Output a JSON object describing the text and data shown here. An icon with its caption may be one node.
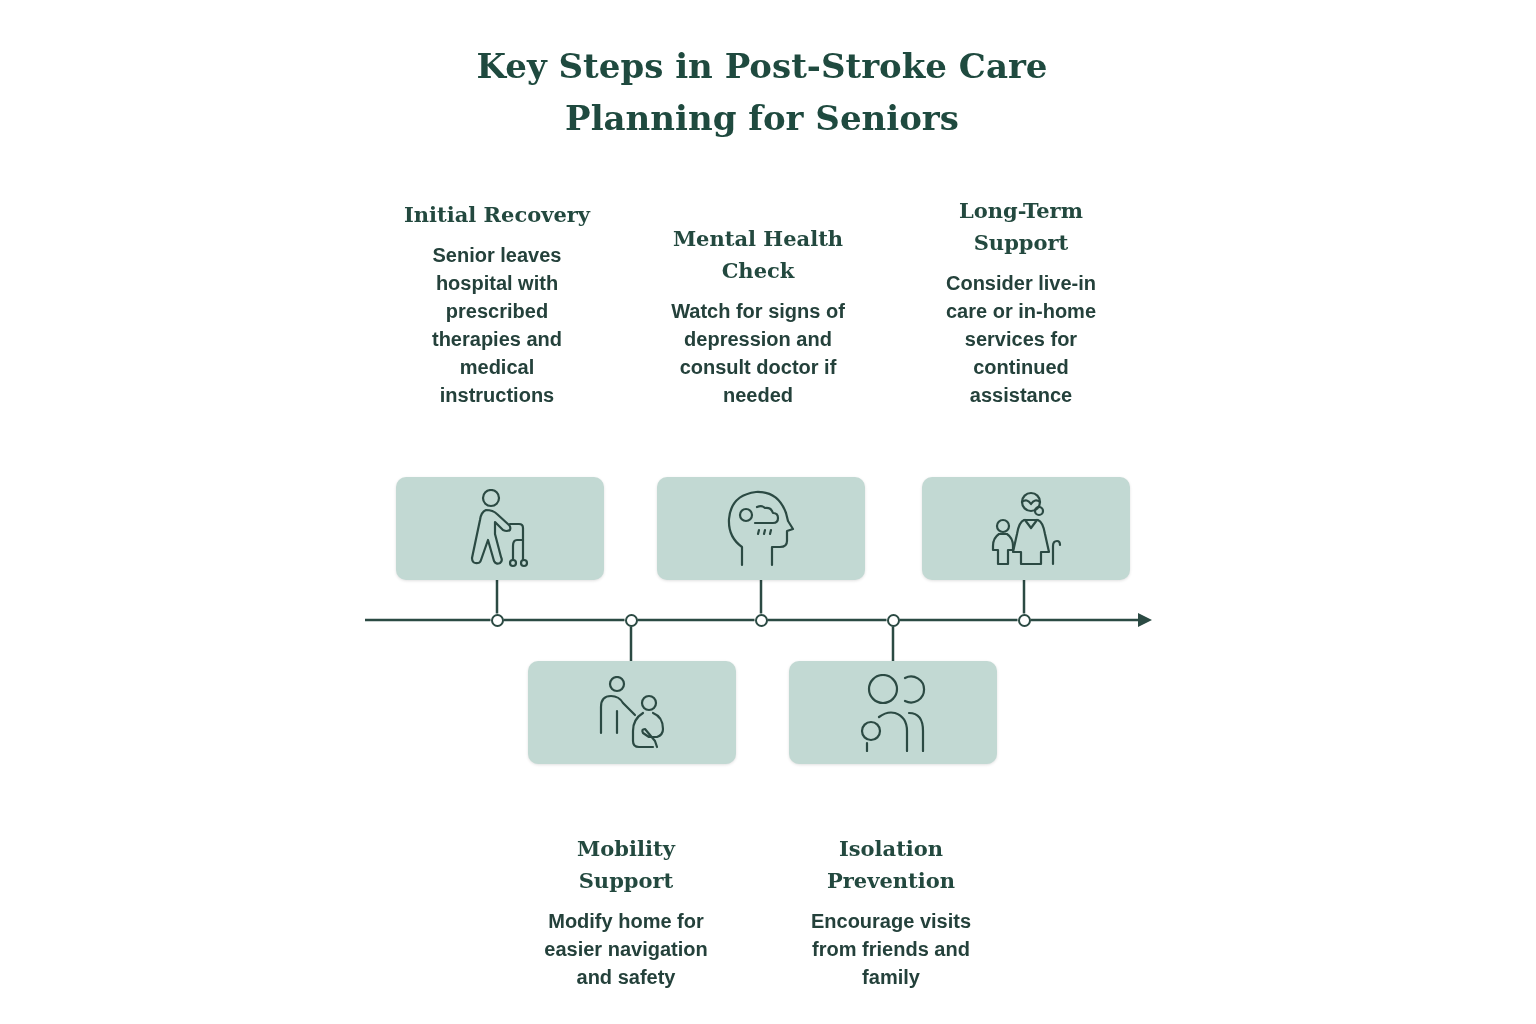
{
  "diagram": {
    "title": "Key Steps in Post-Stroke Care Planning for Seniors",
    "nodes": [
      {
        "text": [],
        "shape": "picture",
        "beside": [
          "Initial Recovery",
          "Senior leaves hospital with prescribed therapies and medical instructions"
        ]
      },
      {
        "text": [],
        "shape": "picture",
        "beside": [
          "Mobility Support",
          "Modify home for easier navigation and safety"
        ]
      },
      {
        "text": [],
        "shape": "picture",
        "beside": [
          "Mental Health Check",
          "Watch for signs of depression and consult doctor if needed"
        ]
      },
      {
        "text": [],
        "shape": "picture",
        "beside": [
          "Isolation Prevention",
          "Encourage visits from friends and family"
        ]
      },
      {
        "text": [],
        "shape": "picture",
        "beside": [
          "Long-Term Support",
          "Consider live-in care or in-home services for continued assistance"
        ]
      },
      {
        "text": [],
        "shape": "circle"
      },
      {
        "text": [],
        "shape": "circle"
      },
      {
        "text": [],
        "shape": "circle"
      },
      {
        "text": [],
        "shape": "circle"
      },
      {
        "text": [],
        "shape": "circle"
      }
    ],
    "edges": [
      {
        "from": null,
        "to": 5,
        "arrow": "none"
      },
      {
        "from": 5,
        "to": 6,
        "arrow": "none"
      },
      {
        "from": 6,
        "to": 7,
        "arrow": "none"
      },
      {
        "from": 7,
        "to": 8,
        "arrow": "none"
      },
      {
        "from": 8,
        "to": 9,
        "arrow": "none"
      },
      {
        "from": 9,
        "to": null,
        "arrow": "to"
      },
      {
        "from": 5,
        "to": 0,
        "arrow": "none"
      },
      {
        "from": 6,
        "to": 1,
        "arrow": "none"
      },
      {
        "from": 7,
        "to": 2,
        "arrow": "none"
      },
      {
        "from": 8,
        "to": 3,
        "arrow": "none"
      },
      {
        "from": 9,
        "to": 4,
        "arrow": "none"
      }
    ]
  }
}
